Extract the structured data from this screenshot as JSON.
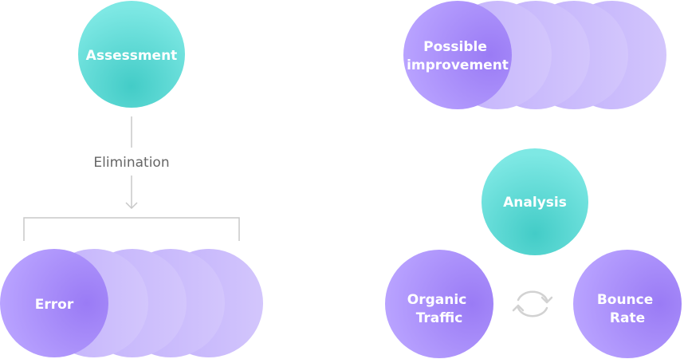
{
  "colors": {
    "teal_start": "#7ee8e4",
    "teal_end": "#45cfca",
    "purple_front_start": "#b59cff",
    "purple_front_end": "#9a7bf5",
    "purple_back": "#c8b8fb",
    "connector": "#c8c8c8",
    "cycle_icon": "#d2d2d2",
    "label_text": "#ffffff",
    "edge_text": "#666666"
  },
  "left_group": {
    "top_node": {
      "label": "Assessment",
      "color": "teal"
    },
    "edge_label": "Elimination",
    "result_node": {
      "label": "Error",
      "color": "purple"
    }
  },
  "right_group": {
    "top_node": {
      "label_lines": [
        "Possible",
        "improvement"
      ],
      "color": "purple"
    },
    "center_node": {
      "label": "Analysis",
      "color": "teal"
    },
    "left_node": {
      "label_lines": [
        "Organic",
        "Traffic"
      ],
      "color": "purple"
    },
    "right_node": {
      "label_lines": [
        "Bounce",
        "Rate"
      ],
      "color": "purple"
    },
    "cycle_icon": "refresh-cycle-icon"
  }
}
